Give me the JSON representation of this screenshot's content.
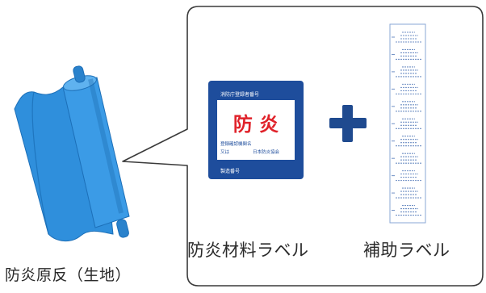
{
  "captions": {
    "fabric": "防炎原反（生地）",
    "main_label": "防炎材料ラベル",
    "auxiliary_label": "補助ラベル"
  },
  "flame_label": {
    "header_text": "消防庁登録者番号",
    "mark": "防 炎",
    "row1_left": "登録確認機関名",
    "row1_right": "",
    "row2_left": "又は",
    "row2_right": "日本防炎協会",
    "serial_text": "製造番号"
  },
  "colors": {
    "fabric_blue": "#2f8fdc",
    "fabric_blue_dark": "#1c6fb8",
    "label_navy": "#1e4d9c",
    "mark_red": "#e0222a",
    "plus_navy": "#1f4a8f",
    "callout_stroke": "#3a3a3a"
  },
  "icons": {
    "fabric": "fabric-roll-icon",
    "plus": "plus-icon"
  }
}
